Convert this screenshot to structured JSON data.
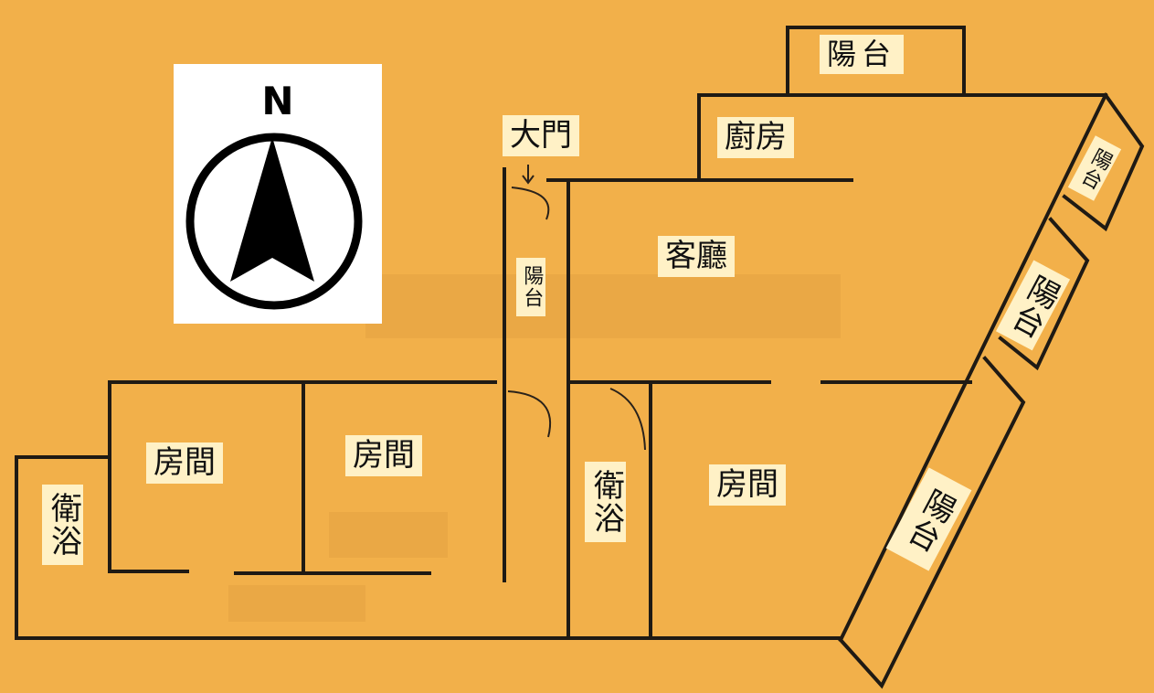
{
  "compass": {
    "north_label": "N"
  },
  "rooms": {
    "balcony_top": "陽台",
    "kitchen": "廚房",
    "main_door": "大門",
    "balcony_corridor": "陽台",
    "living_room": "客廳",
    "balcony_right_upper": "陽台",
    "balcony_right_middle": "陽台",
    "balcony_right_lower": "陽台",
    "bedroom_1": "房間",
    "bedroom_2": "房間",
    "bedroom_3": "房間",
    "bathroom_left": "衛浴",
    "bathroom_center": "衛浴"
  },
  "colors": {
    "paper": "#f2b04a",
    "label_background": "#fff1c6",
    "wall": "#1f1a14"
  }
}
